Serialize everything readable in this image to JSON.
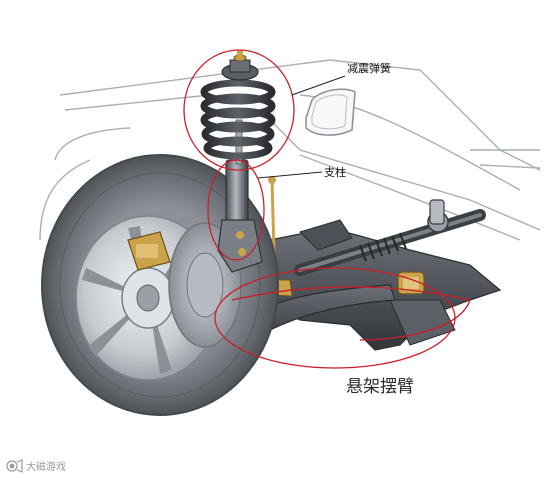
{
  "labels": {
    "spring": "减震弹簧",
    "strut": "支柱",
    "control_arm": "悬架摆臂"
  },
  "watermark": {
    "text": "大磁游戏"
  },
  "colors": {
    "callout_line": "#c8202a",
    "leader_line": "#222222",
    "metal_dark": "#3a3d42",
    "metal_mid": "#7b8088",
    "metal_light": "#c9ccd1",
    "gold": "#c9a24a",
    "tire": "#6f7378",
    "car_outline": "#9aa0a8"
  },
  "icons": {
    "watermark_logo": "camera-lens-icon"
  }
}
